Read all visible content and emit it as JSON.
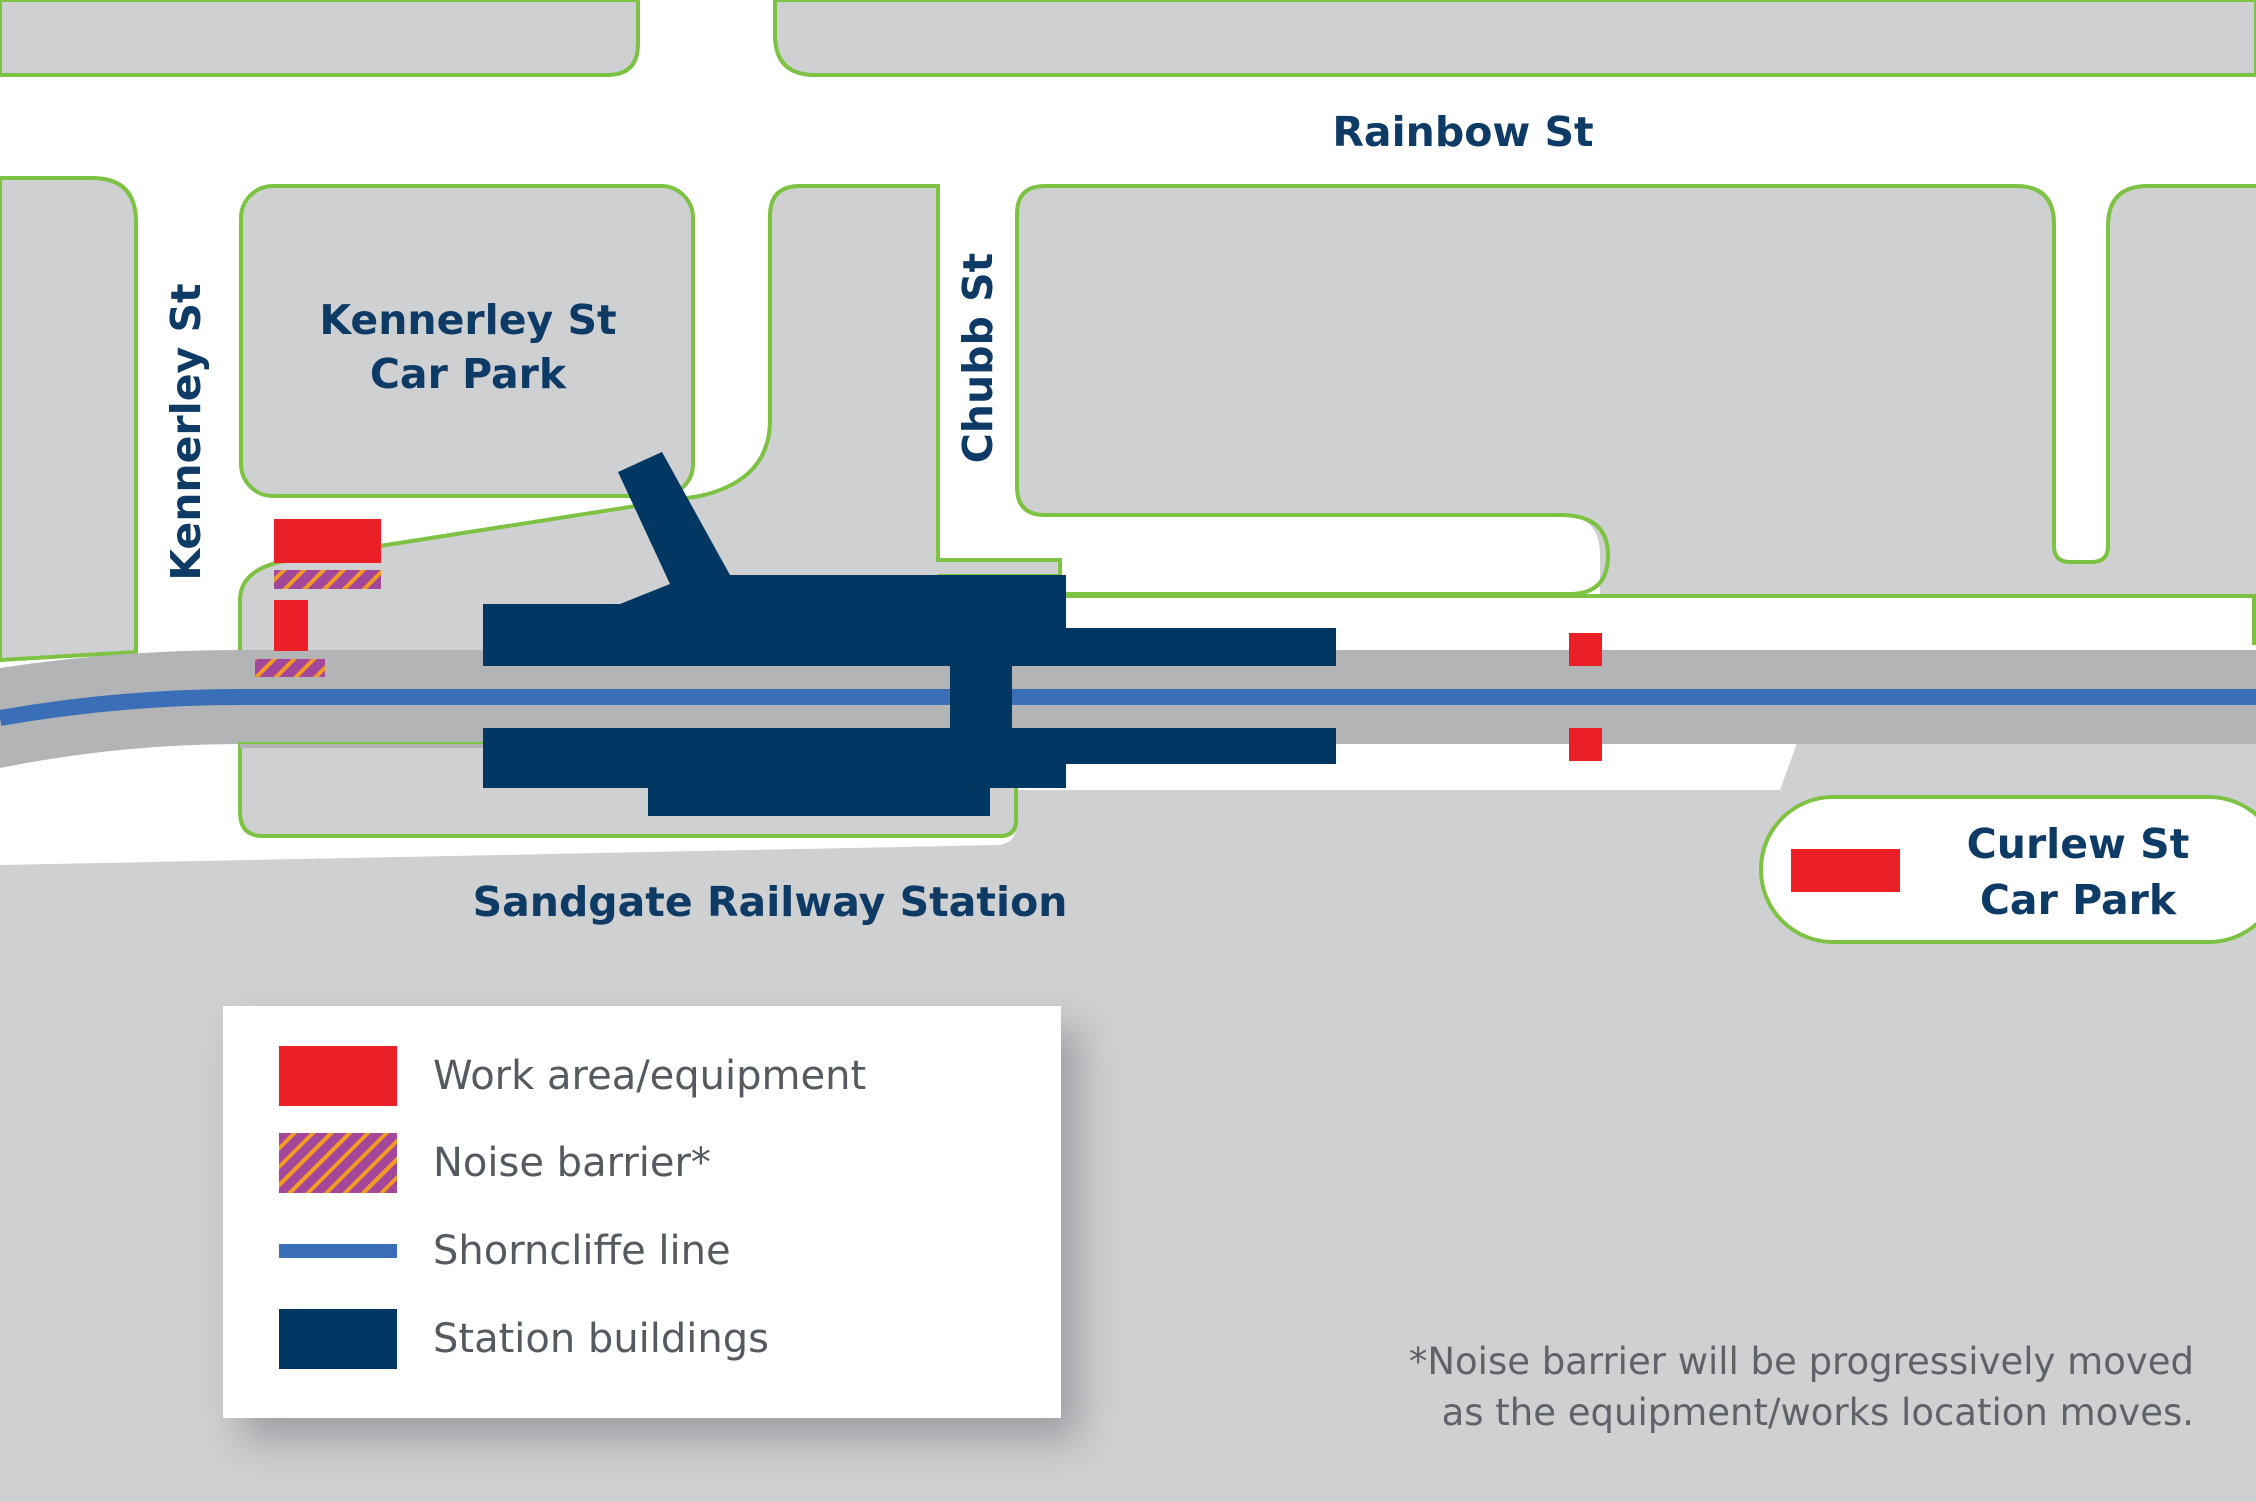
{
  "map": {
    "streets": {
      "rainbow": "Rainbow St",
      "kennerley": "Kennerley St",
      "chubb": "Chubb St"
    },
    "places": {
      "kennerley_car_park": [
        "Kennerley St",
        "Car Park"
      ],
      "curlew_car_park": [
        "Curlew St",
        "Car Park"
      ],
      "station": "Sandgate Railway Station"
    },
    "colors": {
      "block": "#cfd0d2",
      "road": "#ffffff",
      "road_edge": "#7dc242",
      "track_bed": "#b3b4b6",
      "shorncliffe_line": "#3a6fb7",
      "station_building": "#003863",
      "work_area": "#ec1f27",
      "noise_barrier_base": "#a3479a",
      "noise_barrier_stripe": "#f39a25",
      "label_text": "#0e3a66"
    },
    "icons": [
      "work-area-marker",
      "noise-barrier-marker",
      "station-building-shape"
    ]
  },
  "legend": {
    "items": [
      {
        "key": "work",
        "label": "Work area/equipment"
      },
      {
        "key": "noise",
        "label": "Noise barrier*"
      },
      {
        "key": "line",
        "label": "Shorncliffe line"
      },
      {
        "key": "building",
        "label": "Station buildings"
      }
    ]
  },
  "footnote": {
    "line1": "*Noise barrier will be progressively moved",
    "line2": "as the equipment/works location moves."
  }
}
